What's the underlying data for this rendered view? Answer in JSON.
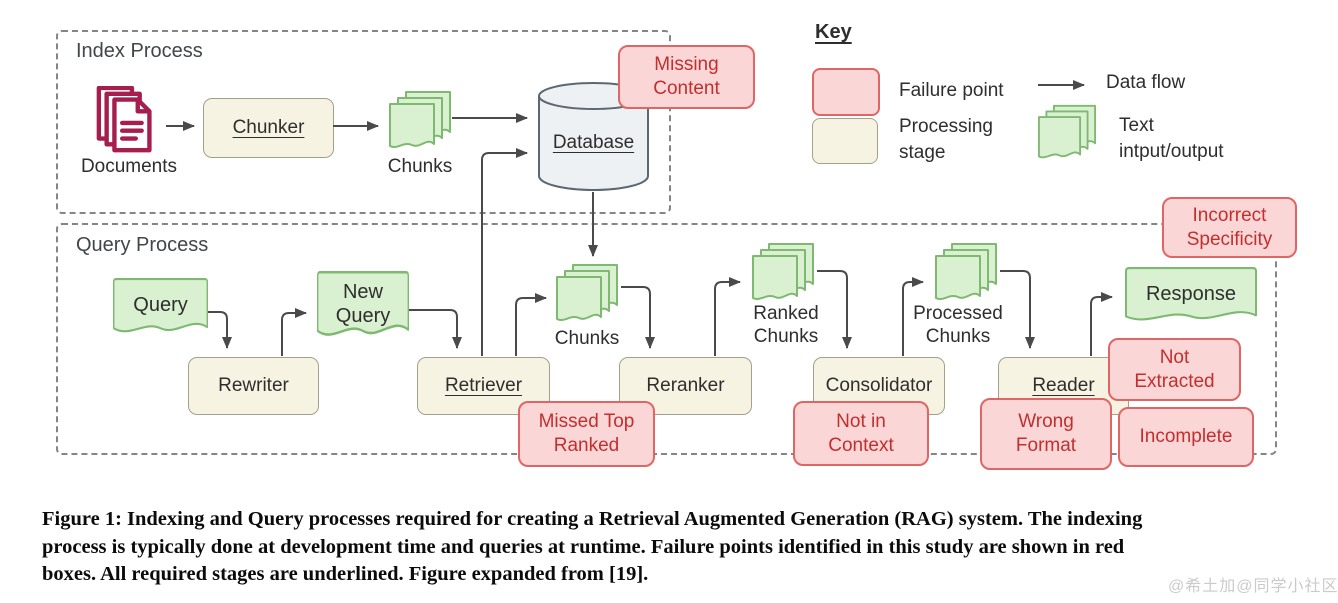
{
  "figure": {
    "type": "diagram",
    "subject": "Retrieval Augmented Generation (RAG) system pipeline with failure points"
  },
  "colors": {
    "failure_fill": "#fbd6d6",
    "failure_border": "#e06666",
    "failure_text": "#c22f2f",
    "stage_fill": "#f7f3e2",
    "stage_border": "#a3a18b",
    "text_io_fill": "#d9f1d1",
    "text_io_border": "#7fb971",
    "database_fill": "#eef1f4",
    "documents_icon": "#a61e4d",
    "arrow": "#4a4a4a"
  },
  "index_process": {
    "title": "Index Process",
    "documents_label": "Documents",
    "chunker_label": "Chunker",
    "chunks_label": "Chunks",
    "database_label": "Database",
    "failure_missing_content": "Missing\nContent"
  },
  "query_process": {
    "title": "Query Process",
    "query_label": "Query",
    "rewriter_label": "Rewriter",
    "new_query_label": "New\nQuery",
    "retriever_label": "Retriever",
    "chunks_label": "Chunks",
    "reranker_label": "Reranker",
    "ranked_chunks_label": "Ranked\nChunks",
    "consolidator_label": "Consolidator",
    "processed_chunks_label": "Processed\nChunks",
    "reader_label": "Reader",
    "response_label": "Response",
    "failures": {
      "missed_top_ranked": "Missed Top\nRanked",
      "not_in_context": "Not in\nContext",
      "wrong_format": "Wrong\nFormat",
      "not_extracted": "Not\nExtracted",
      "incomplete": "Incomplete",
      "incorrect_specificity": "Incorrect\nSpecificity"
    }
  },
  "key": {
    "title": "Key",
    "failure_point": "Failure point",
    "processing_stage": "Processing\nstage",
    "data_flow": "Data flow",
    "text_io": "Text\nintput/output"
  },
  "caption": {
    "line1": "Figure 1: Indexing and Query processes required for creating a Retrieval Augmented Generation (RAG) system. The indexing",
    "line2": "process is typically done at development time and queries at runtime. Failure points identified in this study are shown in red",
    "line3": "boxes. All required stages are underlined. Figure expanded from [19]."
  },
  "watermark": "@希土加@同学小社区"
}
